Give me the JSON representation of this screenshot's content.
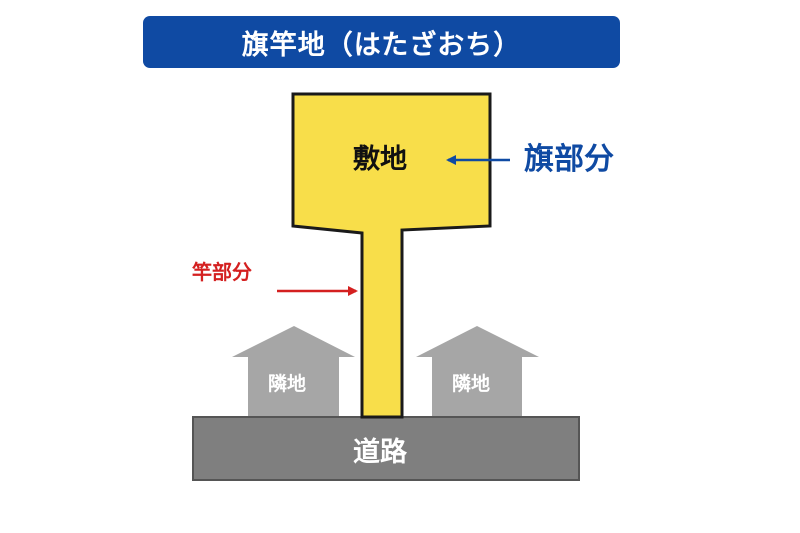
{
  "title": "旗竿地（はたざおち）",
  "labels": {
    "site": "敷地",
    "flag_part": "旗部分",
    "pole_part": "竿部分",
    "neighbor_left": "隣地",
    "neighbor_right": "隣地",
    "road": "道路"
  },
  "colors": {
    "banner": "#0f4aa3",
    "lot_fill": "#f8de4a",
    "flag_arrow": "#0f4aa3",
    "pole_arrow": "#d42020",
    "house": "#a6a6a6",
    "road": "#7f7f7f"
  }
}
